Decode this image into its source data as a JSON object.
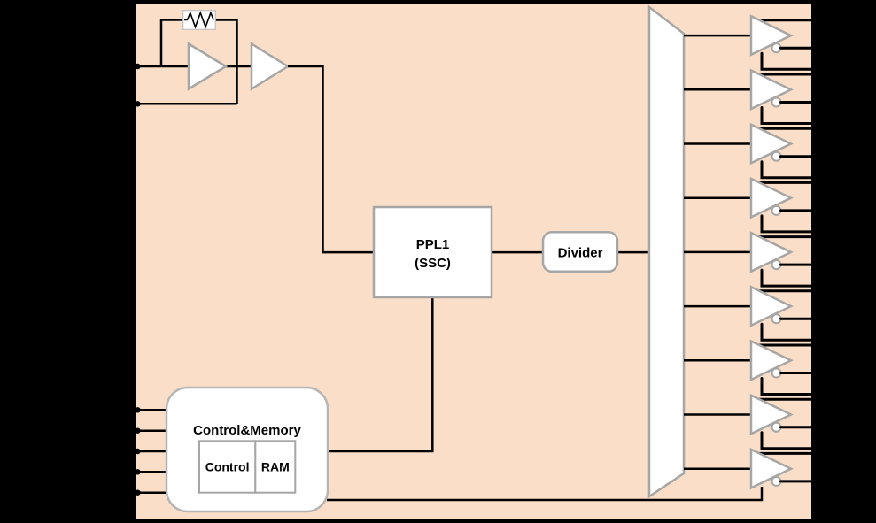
{
  "diagram": {
    "type": "clock-generator-block-diagram",
    "labels": {
      "pll_line1": "PPL1",
      "pll_line2": "(SSC)",
      "divider": "Divider",
      "control_memory": "Control&Memory",
      "control": "Control",
      "ram": "RAM"
    },
    "counts": {
      "crystal_amplifiers": 2,
      "output_buffers": 9,
      "output_pads_per_buffer": 3,
      "control_input_pins": 5,
      "crystal_pins": 2
    },
    "colors": {
      "background": "#000000",
      "chip_fill": "#fadec8",
      "chip_outline": "#000000",
      "block_fill": "#ffffff",
      "block_outline": "#a6a6a6",
      "wire": "#000000",
      "text": "#000000"
    }
  }
}
